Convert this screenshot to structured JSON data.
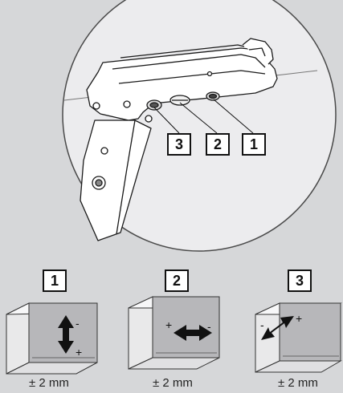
{
  "callouts": {
    "zoom_labels": [
      "3",
      "2",
      "1"
    ]
  },
  "panels": [
    {
      "number": "1",
      "tolerance": "± 2 mm",
      "plus": "+",
      "minus": "-",
      "arrow": "vertical-arrow"
    },
    {
      "number": "2",
      "tolerance": "± 2 mm",
      "plus": "+",
      "minus": "-",
      "arrow": "horizontal-arrow"
    },
    {
      "number": "3",
      "tolerance": "± 2 mm",
      "plus": "+",
      "minus": "-",
      "arrow": "depth-arrow"
    }
  ],
  "colors": {
    "background": "#d6d7d9",
    "circle_fill": "#ececee",
    "part_fill": "#ffffff",
    "line": "#1a1a1a",
    "cabinet_side": "#e9e9ea",
    "cabinet_front": "#b7b7ba"
  }
}
